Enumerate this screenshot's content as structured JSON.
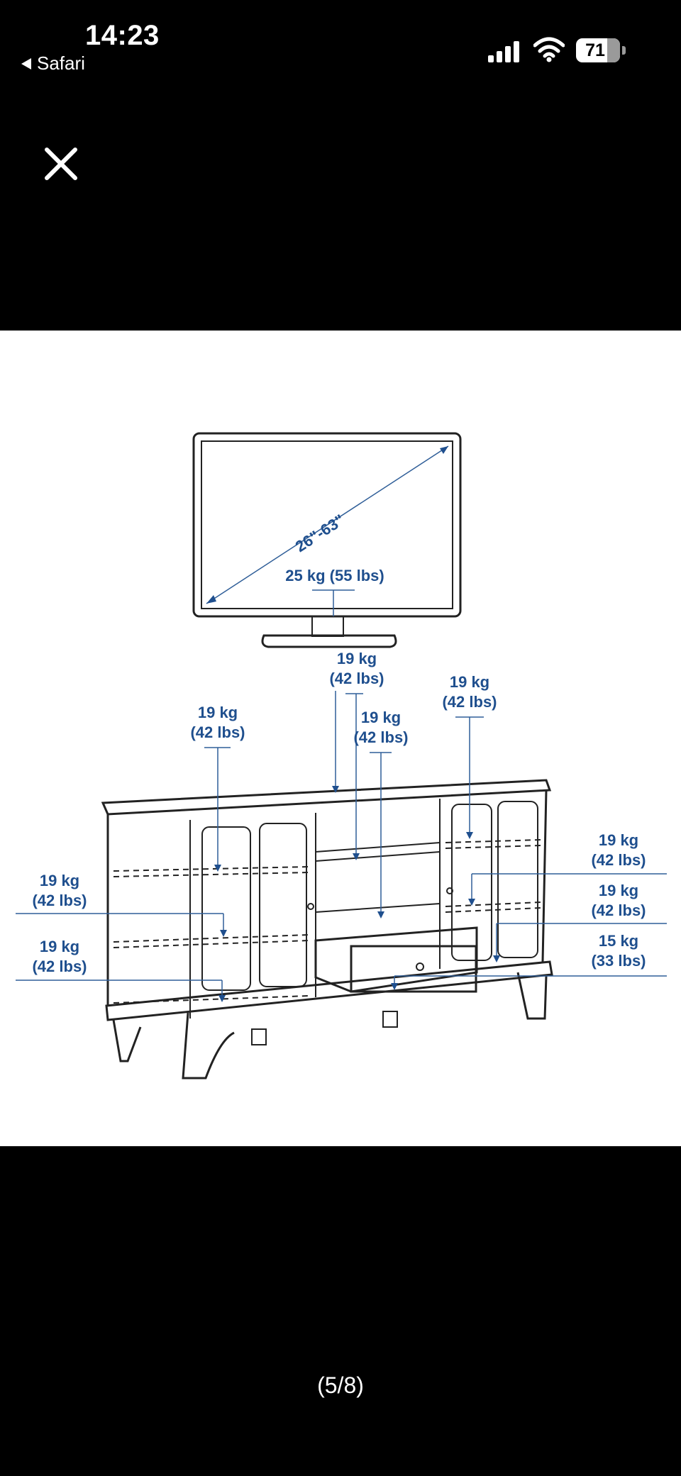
{
  "status_bar": {
    "time": "14:23",
    "back_label": "Safari",
    "battery_level": "71",
    "battery_fraction": 0.71,
    "icons": [
      "back-arrow-icon",
      "cellular-signal-icon",
      "wifi-icon",
      "battery-icon"
    ]
  },
  "viewer": {
    "close_icon": "close-icon",
    "page_counter": "(5/8)"
  },
  "diagram": {
    "screen_size": "26\"-63\"",
    "tv_weight": "25 kg (55 lbs)",
    "top_center_kg": "19 kg",
    "top_center_lbs": "(42 lbs)",
    "shelf_center_kg": "19 kg",
    "shelf_center_lbs": "(42 lbs)",
    "top_right_kg": "19 kg",
    "top_right_lbs": "(42 lbs)",
    "top_left_kg": "19 kg",
    "top_left_lbs": "(42 lbs)",
    "left_shelf1_kg": "19 kg",
    "left_shelf1_lbs": "(42 lbs)",
    "left_shelf2_kg": "19 kg",
    "left_shelf2_lbs": "(42 lbs)",
    "right_shelf1_kg": "19 kg",
    "right_shelf1_lbs": "(42 lbs)",
    "right_shelf2_kg": "19 kg",
    "right_shelf2_lbs": "(42 lbs)",
    "drawer_kg": "15 kg",
    "drawer_lbs": "(33 lbs)"
  },
  "colors": {
    "label_blue": "#1f4f8e",
    "background": "#000000",
    "panel": "#ffffff"
  }
}
